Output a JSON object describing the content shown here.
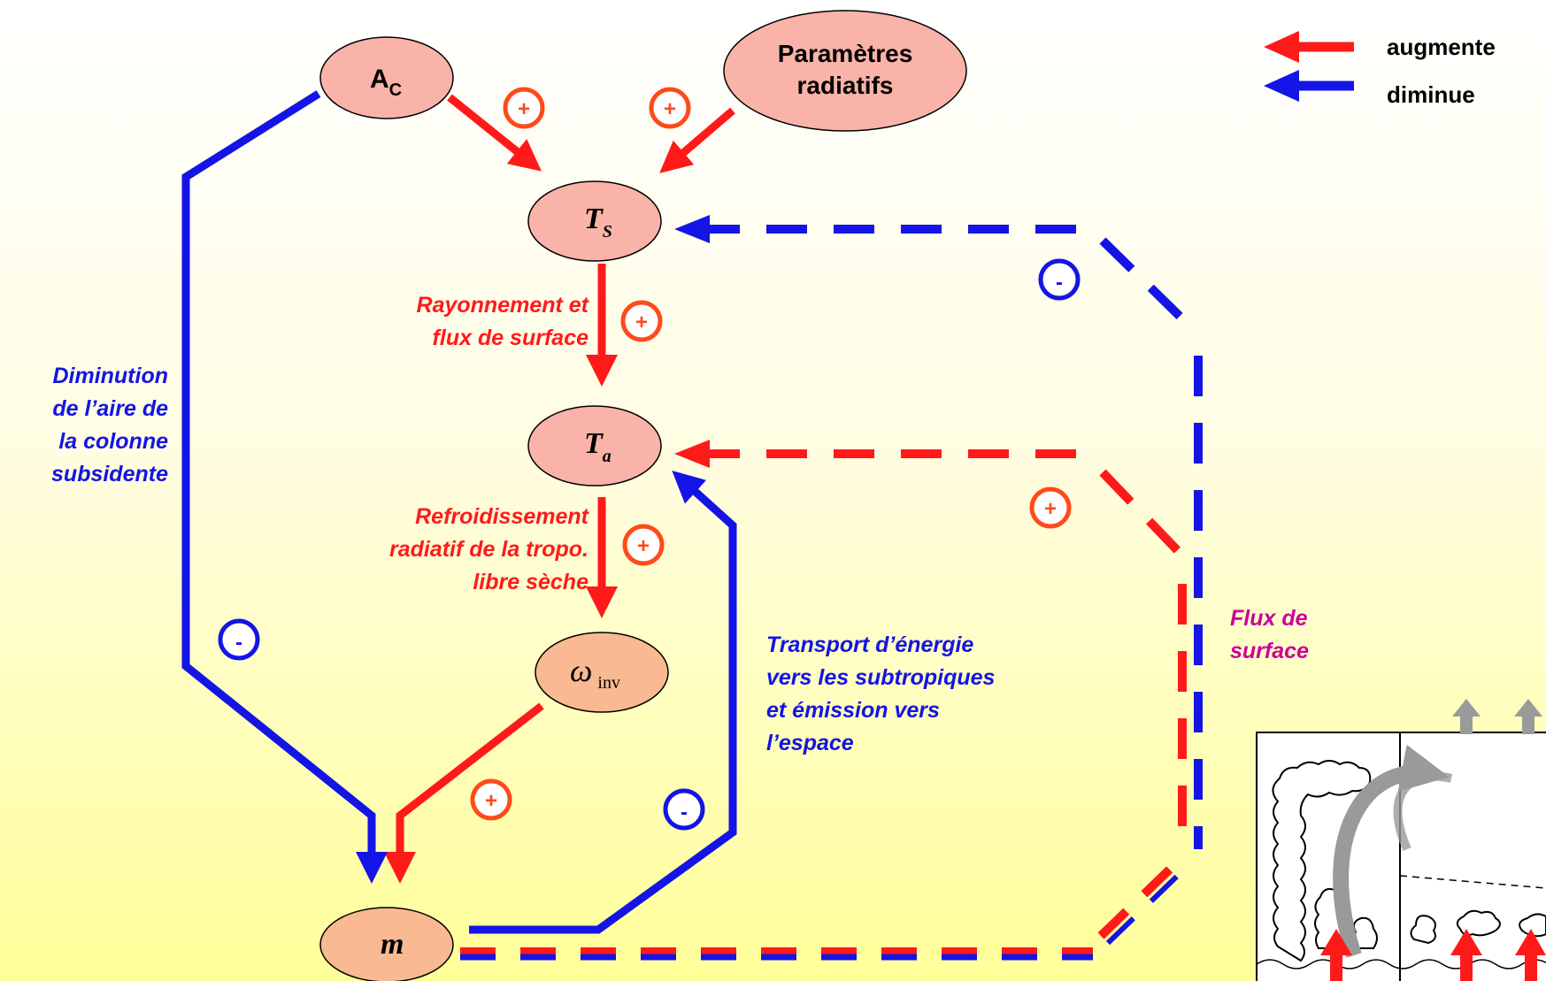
{
  "nodes": {
    "ac": {
      "main": "A",
      "sub": "C"
    },
    "parametres": {
      "line1": "Paramètres",
      "line2": "radiatifs"
    },
    "ts": {
      "main": "T",
      "sub": "S"
    },
    "ta": {
      "main": "T",
      "sub": "a"
    },
    "omega": {
      "main": "ω",
      "sub": "inv"
    },
    "m": {
      "main": "m"
    }
  },
  "signs": {
    "plus": "+",
    "minus": "-"
  },
  "labels": {
    "rayonnement": [
      "Rayonnement et",
      "flux de surface"
    ],
    "refroidissement": [
      "Refroidissement",
      "radiatif de la tropo.",
      "libre sèche"
    ],
    "diminution": [
      "Diminution",
      "de l’aire de",
      "la colonne",
      "subsidente"
    ],
    "transport": [
      "Transport d’énergie",
      "vers les subtropiques",
      "et émission vers",
      "l’espace"
    ],
    "flux": [
      "Flux de",
      "surface"
    ]
  },
  "legend": [
    {
      "label": "augmente",
      "color": "#ff1a1a"
    },
    {
      "label": "diminue",
      "color": "#1414e6"
    }
  ],
  "colors": {
    "increase": "#ff1a1a",
    "decrease": "#1414e6",
    "sign_circle": "#ff4a1a",
    "node_pink": "#f9b3a8",
    "node_orange": "#f9b992",
    "flux_label": "#cc0099"
  }
}
